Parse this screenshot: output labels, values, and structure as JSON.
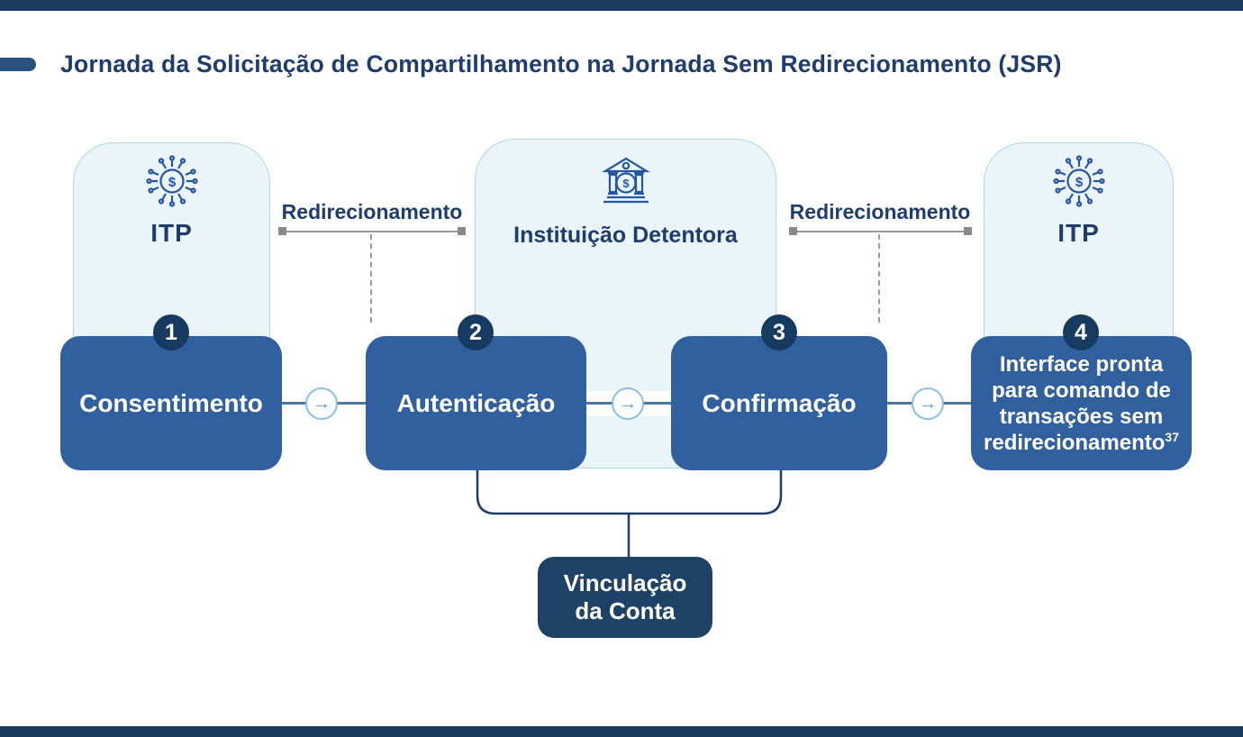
{
  "title": "Jornada da Solicitação de Compartilhamento na Jornada Sem Redirecionamento (JSR)",
  "containers": {
    "left": {
      "label": "ITP",
      "icon": "itp-network-icon"
    },
    "center": {
      "label": "Instituição Detentora",
      "icon": "bank-icon"
    },
    "right": {
      "label": "ITP",
      "icon": "itp-network-icon"
    }
  },
  "redirect": {
    "left": {
      "label": "Redirecionamento"
    },
    "right": {
      "label": "Redirecionamento"
    }
  },
  "steps": [
    {
      "number": "1",
      "label": "Consentimento"
    },
    {
      "number": "2",
      "label": "Autenticação"
    },
    {
      "number": "3",
      "label": "Confirmação"
    },
    {
      "number": "4",
      "lines": [
        "Interface pronta",
        "para comando de",
        "transações sem",
        "redirecionamento"
      ],
      "superscript": "37"
    }
  ],
  "linked_box": {
    "line1": "Vinculação",
    "line2": "da Conta"
  },
  "icons": {
    "arrow": "→",
    "dollar": "$"
  },
  "colors": {
    "navy_bar": "#1C3A5F",
    "title_navy": "#1E3C6E",
    "step_blue": "#30609E",
    "container_fill": "#EAF4F9",
    "container_border": "#ACD6EA",
    "dark_box": "#1E4166",
    "badge_navy": "#173A60",
    "connector_blue": "#4A76A8",
    "arrow_blue": "#4C9FD6",
    "circle_ring": "#85BFE1",
    "gray": "#8A8A8A"
  }
}
